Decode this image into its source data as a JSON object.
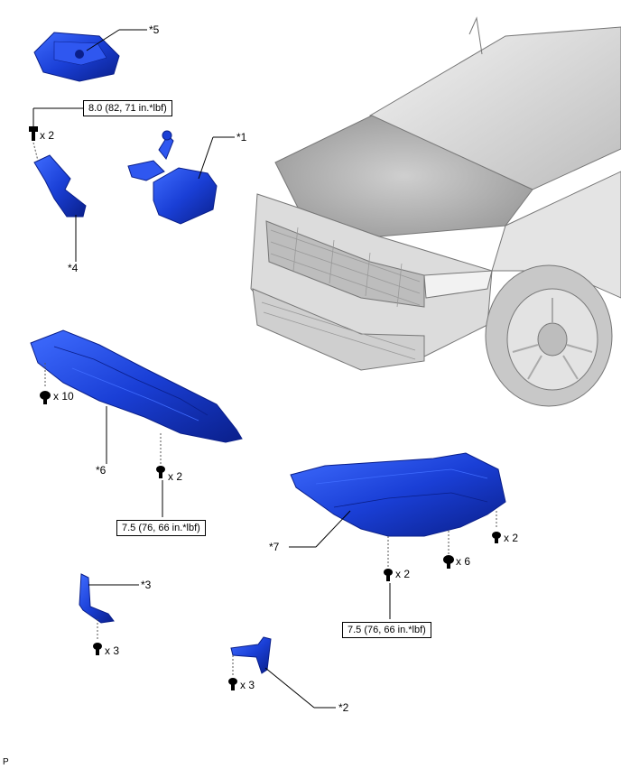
{
  "callouts": {
    "c1": "*1",
    "c2": "*2",
    "c3": "*3",
    "c4": "*4",
    "c5": "*5",
    "c6": "*6",
    "c7": "*7"
  },
  "torque": {
    "t_top": "8.0 (82, 71 in.*lbf)",
    "t_shield6": "7.5 (76, 66 in.*lbf)",
    "t_shield7": "7.5 (76, 66 in.*lbf)"
  },
  "quantities": {
    "q_bolt4": "x 2",
    "q_clip6": "x 10",
    "q_bolt6": "x 2",
    "q_bolt7_right": "x 2",
    "q_clip7": "x 6",
    "q_bolt7_bottom": "x 2",
    "q_bolt3": "x 3",
    "q_bolt2": "x 3"
  },
  "corner_mark": "P",
  "colors": {
    "part_blue": "#1a3fd6",
    "part_dark": "#0a1f8a",
    "vehicle_gray": "#d9d9d9"
  }
}
